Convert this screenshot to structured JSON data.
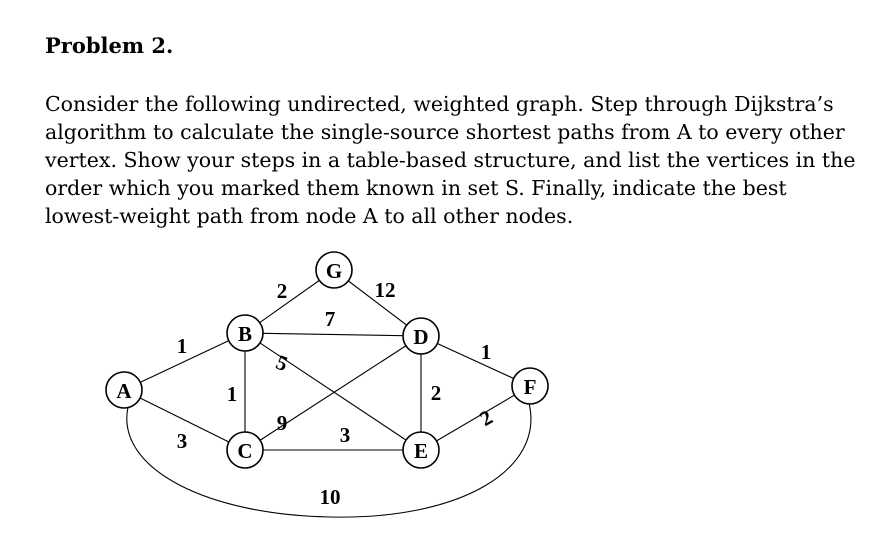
{
  "problem": {
    "title": "Problem 2.",
    "text": "Consider the following undirected, weighted graph. Step through Dijkstra’s algorithm to calculate the single-source shortest paths from A to every other vertex. Show your steps in a table-based structure, and list the vertices in the order which you marked them known in set S. Finally, indicate the best lowest-weight path from node A to all other nodes."
  },
  "graph": {
    "directed": false,
    "nodes": [
      "A",
      "B",
      "C",
      "D",
      "E",
      "F",
      "G"
    ],
    "edges": [
      {
        "from": "A",
        "to": "B",
        "weight": "1"
      },
      {
        "from": "A",
        "to": "C",
        "weight": "3"
      },
      {
        "from": "A",
        "to": "F",
        "weight": "10"
      },
      {
        "from": "B",
        "to": "G",
        "weight": "2"
      },
      {
        "from": "B",
        "to": "D",
        "weight": "7"
      },
      {
        "from": "B",
        "to": "E",
        "weight": "5"
      },
      {
        "from": "B",
        "to": "C",
        "weight": "1"
      },
      {
        "from": "G",
        "to": "D",
        "weight": "12"
      },
      {
        "from": "C",
        "to": "D",
        "weight": "9"
      },
      {
        "from": "C",
        "to": "E",
        "weight": "3"
      },
      {
        "from": "D",
        "to": "E",
        "weight": "2"
      },
      {
        "from": "D",
        "to": "F",
        "weight": "1"
      },
      {
        "from": "E",
        "to": "F",
        "weight": "2"
      }
    ]
  }
}
